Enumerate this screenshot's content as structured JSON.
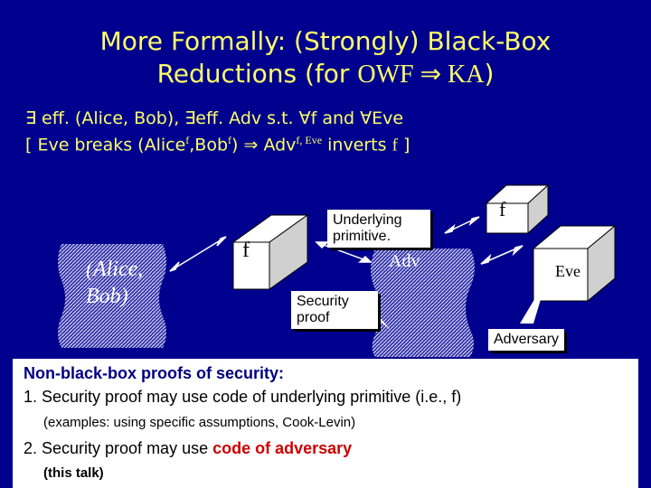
{
  "title": {
    "line1": "More Formally: (Strongly) Black-Box",
    "line2_prefix": "Reductions (for ",
    "line2_formula": "OWF ⇒ KA",
    "line2_suffix": ")"
  },
  "statement": {
    "line1": "∃ eff. (Alice, Bob), ∃eff. Adv s.t. ∀f and ∀Eve",
    "line2_a": "[ Eve breaks (Alice",
    "sup_f1": "f",
    "line2_b": ",Bob",
    "sup_f2": "f",
    "line2_c": ") ⇒ Adv",
    "sup_feve": "f, Eve",
    "line2_d": " inverts ",
    "line2_f": "f",
    "line2_e": " ]"
  },
  "diagram": {
    "alice_bob": "(Alice, Bob)",
    "f_left": "f",
    "underlying": "Underlying primitive.",
    "adv": "Adv",
    "security_proof": "Security proof",
    "f_box": "f",
    "eve": "Eve",
    "adversary": "Adversary"
  },
  "panel": {
    "heading": "Non-black-box proofs of security:",
    "item1": "1. Security proof may use code of underlying primitive (i.e., f)",
    "item1_example": "(examples: using specific assumptions, Cook-Levin)",
    "item2_prefix": "2. Security proof may use ",
    "item2_highlight": "code of adversary",
    "item2_example": "(this talk)"
  },
  "colors": {
    "background": "#00008e",
    "title": "#ffff66",
    "highlight": "#cc0000"
  }
}
